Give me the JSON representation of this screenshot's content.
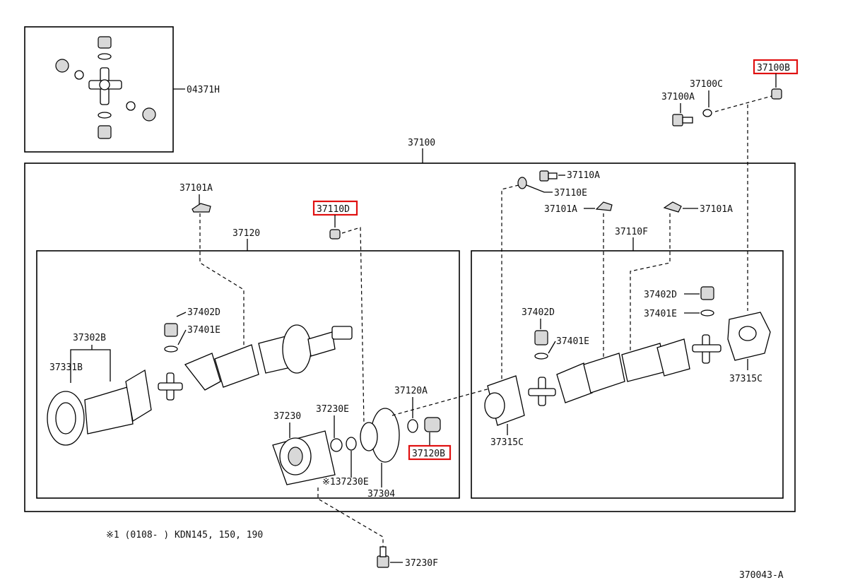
{
  "labels": {
    "uj_kit": "04371H",
    "assembly": "37100",
    "front_shaft": "37120",
    "rear_shaft_grp": "37110F",
    "nut_37100b": "37100B",
    "washer_37100c": "37100C",
    "bolt_37100a": "37100A",
    "bolt_37110a": "37110A",
    "washer_37110e": "37110E",
    "clip_front": "37101A",
    "clip_mid": "37101A",
    "clip_rear": "37101A",
    "nut_37110d": "37110D",
    "cap_front": "37402D",
    "snap_front": "37401E",
    "yoke_front": "37302B",
    "bearing_front": "37331B",
    "cap_rear": "37402D",
    "snap_rear": "37401E",
    "cap_rear2": "37402D",
    "snap_rear2": "37401E",
    "washer_37120a": "37120A",
    "nut_37120b": "37120B",
    "center_bearing": "37230",
    "cushion_37230e": "37230E",
    "cushion_note": "※137230E",
    "flange_37304": "37304",
    "flange_mid": "37315C",
    "flange_rear": "37315C",
    "bolt_37230f": "37230F",
    "note": "※1 (0108-   ) KDN145, 150, 190",
    "diagram_code": "370043-A"
  },
  "highlighted_parts": [
    "37100B",
    "37110D",
    "37120B"
  ],
  "colors": {
    "highlight": "#e01010",
    "line": "#000000"
  }
}
